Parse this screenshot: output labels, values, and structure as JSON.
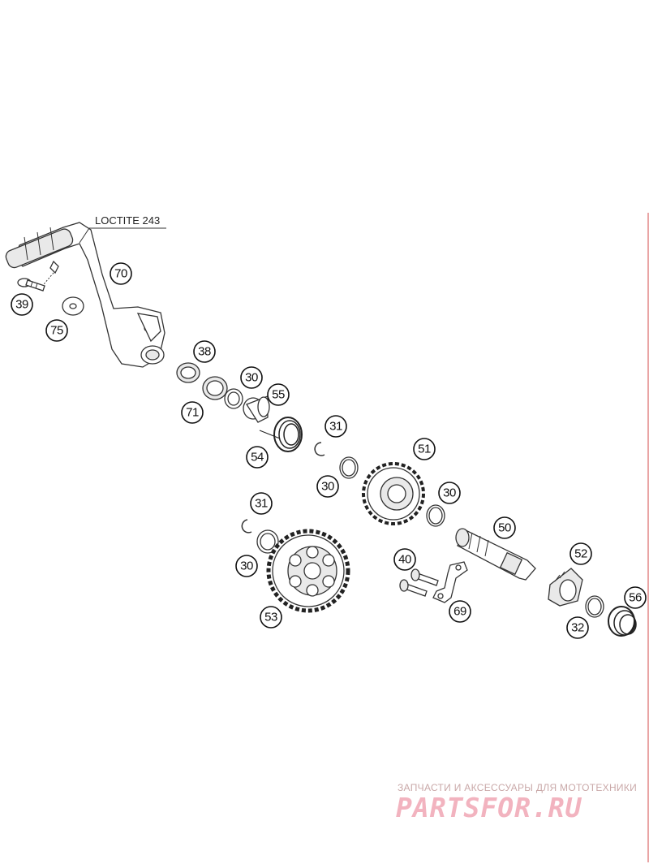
{
  "diagram": {
    "note_label": "LOCTITE 243",
    "callouts": [
      "70",
      "39",
      "75",
      "38",
      "30",
      "71",
      "55",
      "54",
      "31",
      "30",
      "51",
      "30",
      "31",
      "30",
      "53",
      "50",
      "40",
      "69",
      "52",
      "32",
      "56"
    ]
  },
  "watermark": {
    "tagline": "ЗАПЧАСТИ И АКСЕССУАРЫ ДЛЯ МОТОТЕХНИКИ",
    "brand": "PARTSFOR.RU",
    "brand_color": "#f2b3bf"
  }
}
